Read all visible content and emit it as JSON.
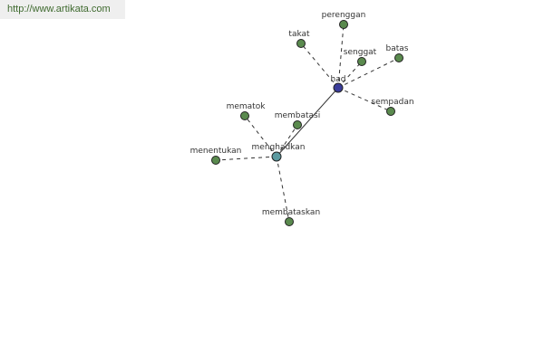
{
  "header": {
    "link_text": "http://www.artikata.com"
  },
  "colors": {
    "leaf": "#5a8a4e",
    "hub_had": "#3b3d9a",
    "hub_menghadkan": "#5b9aa0",
    "edge": "#333333"
  },
  "graph": {
    "nodes": [
      {
        "id": "had",
        "label": "had",
        "type": "hub"
      },
      {
        "id": "menghadkan",
        "label": "menghadkan",
        "type": "hub"
      },
      {
        "id": "perenggan",
        "label": "perenggan",
        "type": "leaf"
      },
      {
        "id": "takat",
        "label": "takat",
        "type": "leaf"
      },
      {
        "id": "senggat",
        "label": "senggat",
        "type": "leaf"
      },
      {
        "id": "batas",
        "label": "batas",
        "type": "leaf"
      },
      {
        "id": "sempadan",
        "label": "sempadan",
        "type": "leaf"
      },
      {
        "id": "membatasi",
        "label": "membatasi",
        "type": "leaf"
      },
      {
        "id": "mematok",
        "label": "mematok",
        "type": "leaf"
      },
      {
        "id": "menentukan",
        "label": "menentukan",
        "type": "leaf"
      },
      {
        "id": "membataskan",
        "label": "membataskan",
        "type": "leaf"
      }
    ],
    "edges": [
      {
        "from": "had",
        "to": "perenggan",
        "style": "dashed"
      },
      {
        "from": "had",
        "to": "takat",
        "style": "dashed"
      },
      {
        "from": "had",
        "to": "senggat",
        "style": "dashed"
      },
      {
        "from": "had",
        "to": "batas",
        "style": "dashed"
      },
      {
        "from": "had",
        "to": "sempadan",
        "style": "dashed"
      },
      {
        "from": "had",
        "to": "menghadkan",
        "style": "solid"
      },
      {
        "from": "menghadkan",
        "to": "membatasi",
        "style": "dashed"
      },
      {
        "from": "menghadkan",
        "to": "mematok",
        "style": "dashed"
      },
      {
        "from": "menghadkan",
        "to": "menentukan",
        "style": "dashed"
      },
      {
        "from": "menghadkan",
        "to": "membataskan",
        "style": "dashed"
      }
    ]
  }
}
